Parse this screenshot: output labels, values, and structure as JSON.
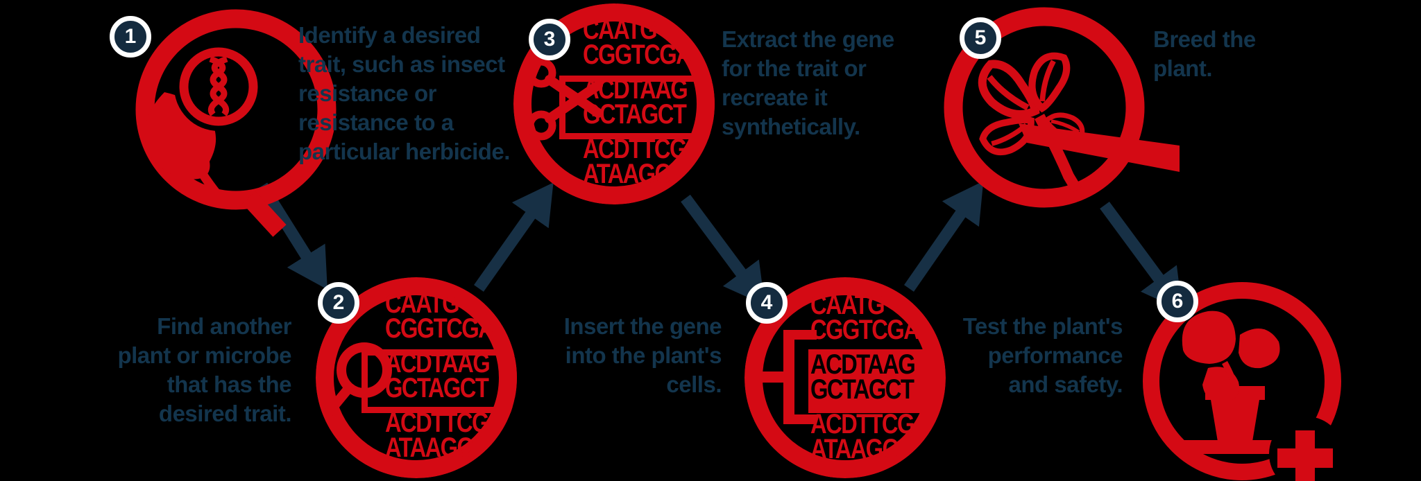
{
  "colors": {
    "red": "#d40a14",
    "navy": "#13354d",
    "badge": "#142b3f",
    "arrow": "#173045",
    "white": "#ffffff",
    "bg": "#000000"
  },
  "steps": [
    {
      "number": "1",
      "icon": "leaf-dna-magnifier-icon",
      "lines": [
        "Identify a desired",
        "trait, such as insect",
        "resistance or",
        "resistance to a",
        "particular herbicide."
      ]
    },
    {
      "number": "2",
      "icon": "dna-sequence-magnifier-icon",
      "lines": [
        "Find another",
        "plant or microbe",
        "that has the",
        "desired trait."
      ]
    },
    {
      "number": "3",
      "icon": "dna-sequence-scissors-icon",
      "lines": [
        "Extract the gene",
        "for the trait or",
        "recreate it",
        "synthetically."
      ]
    },
    {
      "number": "4",
      "icon": "dna-sequence-insert-icon",
      "lines": [
        "Insert the gene",
        "into the plant's",
        "cells."
      ]
    },
    {
      "number": "5",
      "icon": "plant-graft-icon",
      "lines": [
        "Breed the",
        "plant."
      ]
    },
    {
      "number": "6",
      "icon": "potted-plant-plus-icon",
      "lines": [
        "Test the plant's",
        "performance",
        "and safety."
      ]
    }
  ],
  "dna_sequence": {
    "rows": [
      "CAATG",
      "CGGTCGA",
      "ACDTAAG",
      "GCTAGCT",
      "ACDTTCG",
      "ATAAGC"
    ]
  }
}
